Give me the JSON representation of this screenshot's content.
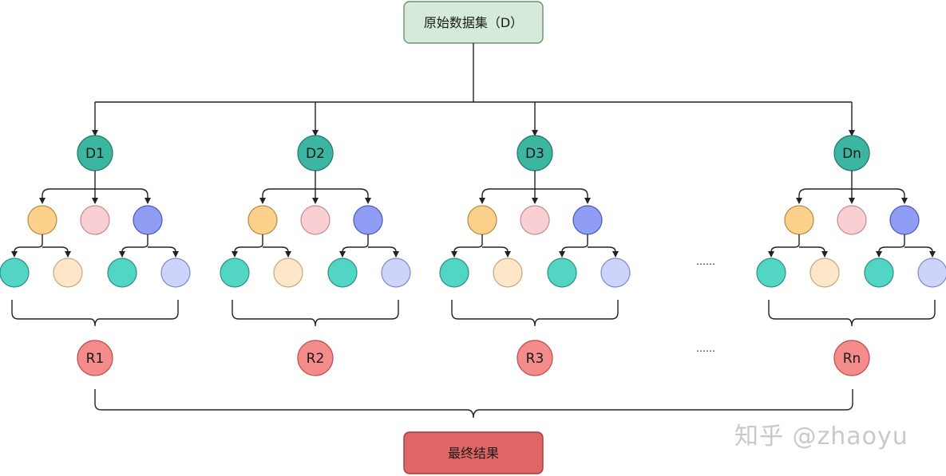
{
  "root_label": "原始数据集（D）",
  "final_label": "最终结果",
  "watermark": "知乎 @zhaoyu",
  "ellipsis": "……",
  "colors": {
    "root_fill": "#d5ead8",
    "root_stroke": "#6f8f74",
    "final_fill": "#e06666",
    "final_stroke": "#a23b3b",
    "subset": "#3cb6a0",
    "result": "#f48c8c",
    "orange": "#fcd18b",
    "pink": "#f9cfd3",
    "blue": "#8f9df4",
    "teal": "#52d6c3",
    "cream": "#fde7c8",
    "lavender": "#cdd4fb"
  },
  "trees": [
    {
      "subset_label": "D1",
      "result_label": "R1"
    },
    {
      "subset_label": "D2",
      "result_label": "R2"
    },
    {
      "subset_label": "D3",
      "result_label": "R3"
    },
    {
      "subset_label": "Dn",
      "result_label": "Rn"
    }
  ]
}
